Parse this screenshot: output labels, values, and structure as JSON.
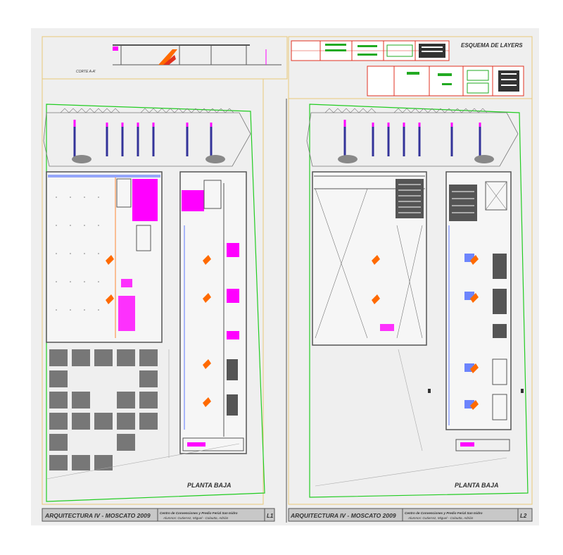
{
  "section_label": "CORTE A-A'",
  "layers_title": "ESQUEMA DE LAYERS",
  "sheets": [
    {
      "id": "L1",
      "plan_label": "PLANTA BAJA",
      "course": "ARQUITECTURA IV - MOSCATO 2009",
      "project_line1": "Centro de Convenciones y Predio Ferial San Isidro",
      "project_line2": "Alumnos: Gutierrez, Miguel - Colautta, Adrián",
      "sheet_number": "L1"
    },
    {
      "id": "L2",
      "plan_label": "PLANTA BAJA",
      "course": "ARQUITECTURA IV - MOSCATO 2009",
      "project_line1": "Centro de Convenciones y Predio Ferial San Isidro",
      "project_line2": "Alumnos: Gutierrez, Miguel - Colautta, Adrián",
      "sheet_number": "L2"
    }
  ],
  "colors": {
    "background": "#efefef",
    "site_boundary": "#22cc22",
    "sheet_border": "#e8c878",
    "walls": "#555555",
    "accent_magenta": "#ff00ff",
    "accent_orange": "#ff6a00",
    "accent_red": "#e03020",
    "accent_blue": "#3355ff",
    "parking": "#333399",
    "title_block": "#c8c8c8"
  }
}
